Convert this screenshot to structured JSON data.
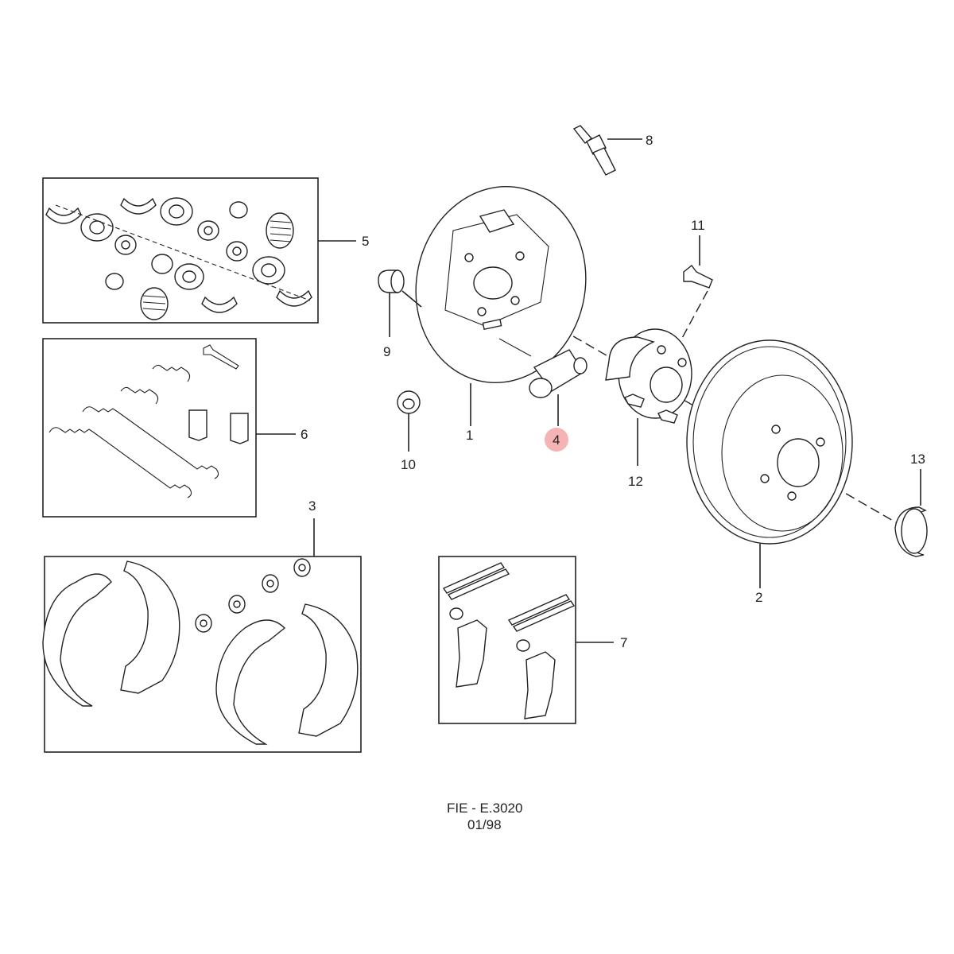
{
  "callouts": {
    "c1": "1",
    "c2": "2",
    "c3": "3",
    "c4": "4",
    "c5": "5",
    "c6": "6",
    "c7": "7",
    "c8": "8",
    "c9": "9",
    "c10": "10",
    "c11": "11",
    "c12": "12",
    "c13": "13"
  },
  "footer": {
    "code": "FIE - E.3020",
    "date": "01/98"
  },
  "colors": {
    "highlight": "#f4a6a6",
    "line": "#222222"
  }
}
